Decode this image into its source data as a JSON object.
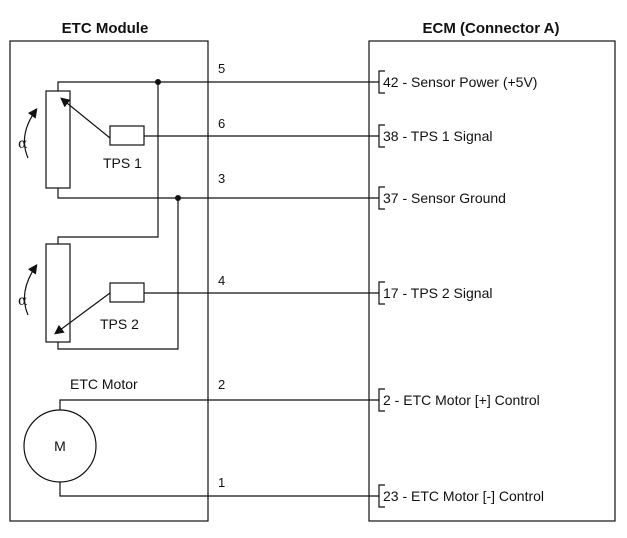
{
  "etc_module": {
    "title": "ETC Module"
  },
  "ecm": {
    "title": "ECM (Connector A)"
  },
  "tps1": {
    "label": "TPS 1"
  },
  "tps2": {
    "label": "TPS 2"
  },
  "angle_symbol": "α",
  "motor": {
    "label": "ETC Motor",
    "symbol": "M"
  },
  "wires": {
    "w5": "5",
    "w6": "6",
    "w3": "3",
    "w4": "4",
    "w2": "2",
    "w1": "1"
  },
  "pins": {
    "p42": "42 - Sensor Power (+5V)",
    "p38": "38 - TPS 1 Signal",
    "p37": "37 - Sensor Ground",
    "p17": "17 - TPS 2 Signal",
    "p2": "2 - ETC Motor [+] Control",
    "p23": "23 - ETC Motor [-] Control"
  }
}
